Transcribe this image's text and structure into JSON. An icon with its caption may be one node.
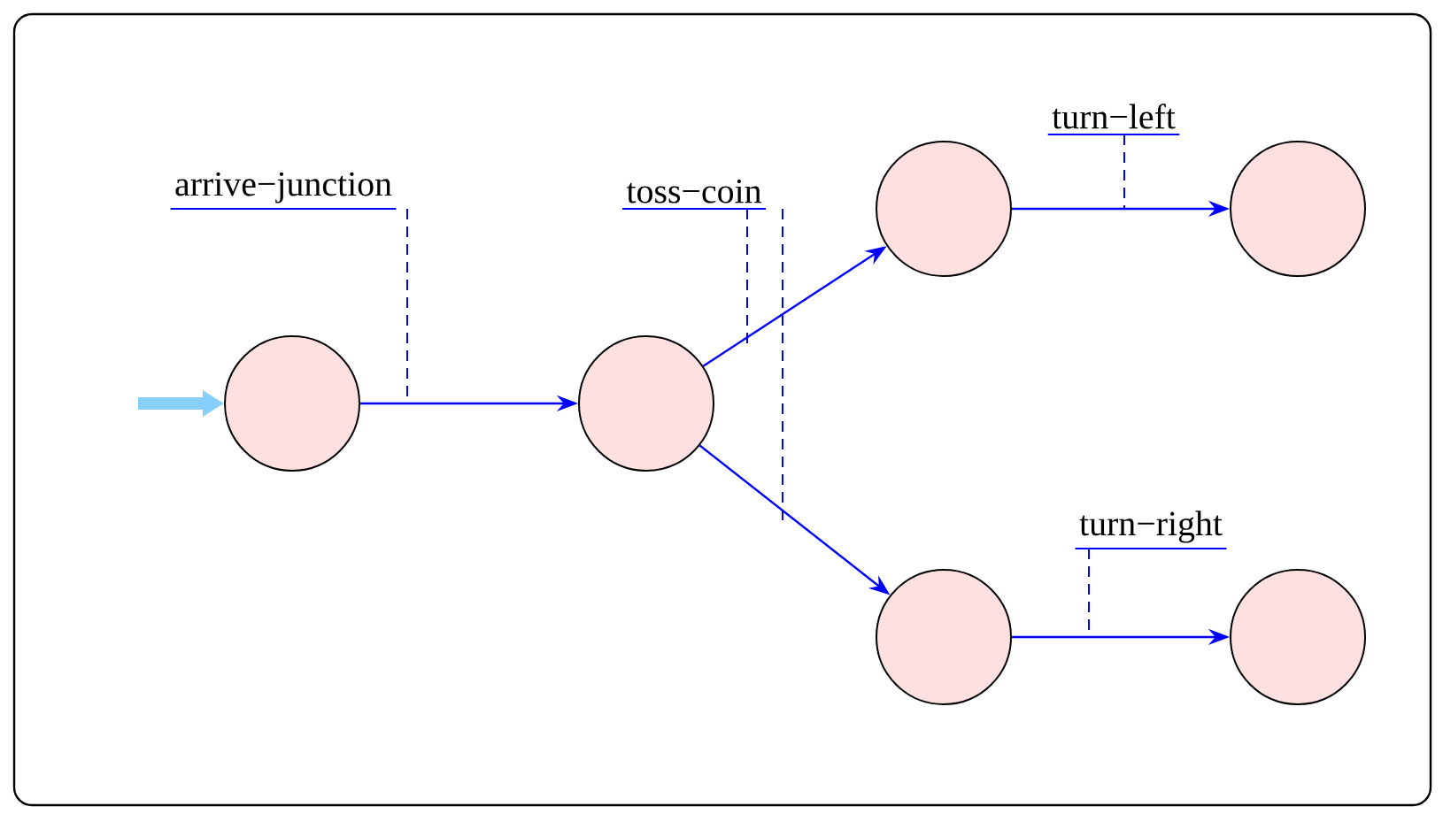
{
  "diagram": {
    "nodes": [
      {
        "text": [],
        "shape": "circle"
      },
      {
        "text": [],
        "shape": "circle"
      },
      {
        "text": [],
        "shape": "circle"
      },
      {
        "text": [],
        "shape": "circle"
      },
      {
        "text": [],
        "shape": "circle"
      },
      {
        "text": [],
        "shape": "circle"
      },
      {
        "text": [
          "arrive−junction"
        ]
      },
      {
        "text": [
          "toss−coin"
        ]
      },
      {
        "text": [
          "turn−left"
        ]
      },
      {
        "text": [
          "turn−right"
        ]
      }
    ],
    "edges": [
      {
        "from": null,
        "to": 0,
        "arrow": "to",
        "style": "thick",
        "color": "#87cefa"
      },
      {
        "from": 0,
        "to": 1,
        "arrow": "to"
      },
      {
        "from": 1,
        "to": 2,
        "arrow": "to"
      },
      {
        "from": 1,
        "to": 4,
        "arrow": "to"
      },
      {
        "from": 2,
        "to": 3,
        "arrow": "to"
      },
      {
        "from": 4,
        "to": 5,
        "arrow": "to"
      },
      {
        "from": 6,
        "to": null,
        "arrow": "none",
        "style": "dashed"
      },
      {
        "from": 7,
        "to": null,
        "arrow": "none",
        "style": "dashed"
      },
      {
        "from": 7,
        "to": null,
        "arrow": "none",
        "style": "dashed"
      },
      {
        "from": 8,
        "to": null,
        "arrow": "none",
        "style": "dashed"
      },
      {
        "from": 9,
        "to": null,
        "arrow": "none",
        "style": "dashed"
      }
    ]
  }
}
